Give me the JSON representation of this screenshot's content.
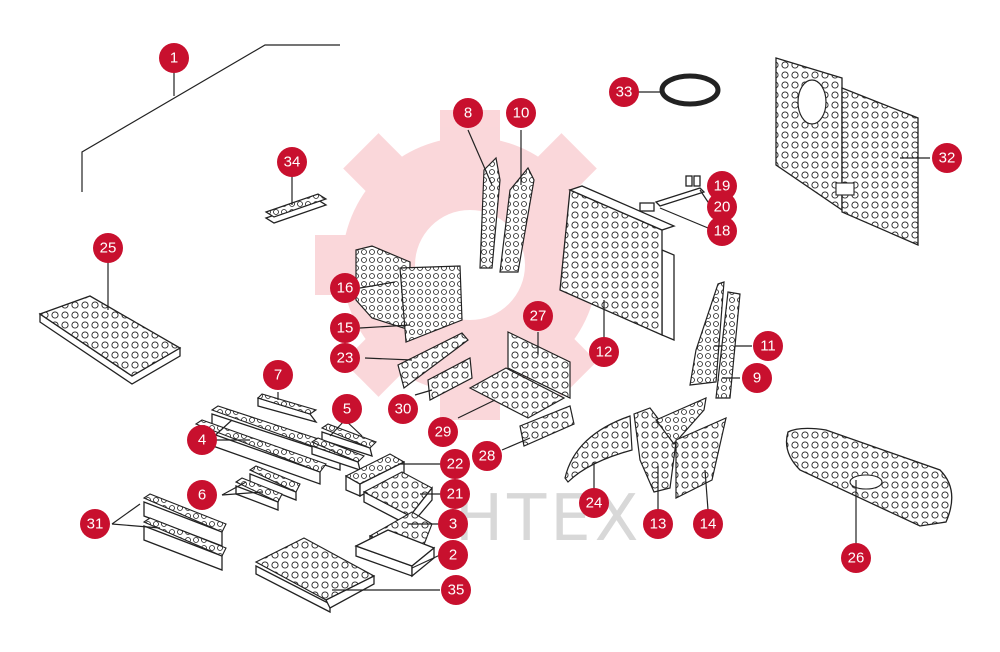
{
  "diagram": {
    "watermark": "HTEX",
    "colors": {
      "callout": "#c8102e",
      "watermark_gear": "#f7b0b6",
      "outline": "#222222",
      "hole_fill": "#ffffff"
    },
    "callouts": [
      "1",
      "2",
      "3",
      "4",
      "5",
      "6",
      "7",
      "8",
      "9",
      "10",
      "11",
      "12",
      "13",
      "14",
      "15",
      "16",
      "18",
      "19",
      "20",
      "21",
      "22",
      "23",
      "24",
      "25",
      "26",
      "27",
      "28",
      "29",
      "30",
      "31",
      "32",
      "33",
      "34",
      "35"
    ]
  }
}
